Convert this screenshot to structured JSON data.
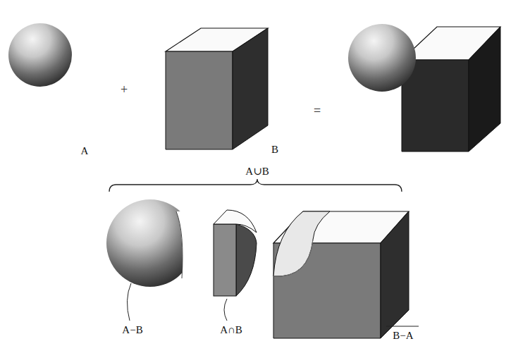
{
  "diagram": {
    "labels": [
      "A",
      "+",
      "B",
      "=",
      "A∪B",
      "A−B",
      "A∩B",
      "B−A"
    ]
  }
}
